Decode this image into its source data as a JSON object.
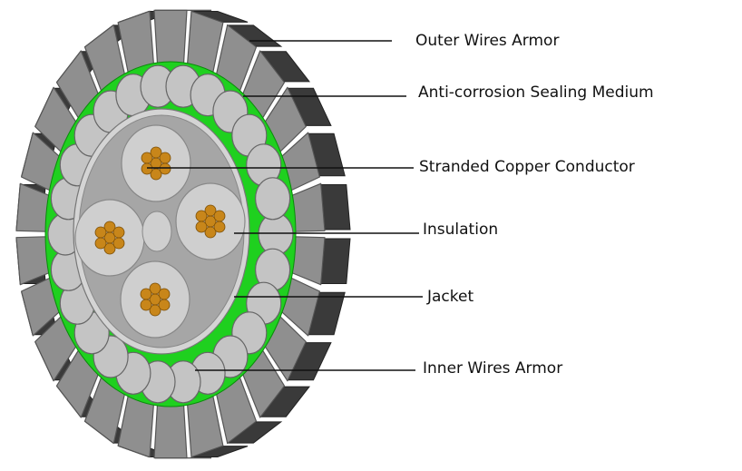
{
  "diagram": {
    "labels": {
      "outer_armor": "Outer Wires Armor",
      "sealing": "Anti-corrosion Sealing Medium",
      "conductor": "Stranded Copper Conductor",
      "insulation": "Insulation",
      "jacket": "Jacket",
      "inner_armor": "Inner Wires Armor"
    },
    "colors": {
      "armor": "#8f8f8f",
      "armor_side": "#3a3a3a",
      "sealing": "#1fd01f",
      "insulation": "#cfcfcf",
      "jacket": "#a6a6a6",
      "copper": "#c8861a"
    }
  }
}
